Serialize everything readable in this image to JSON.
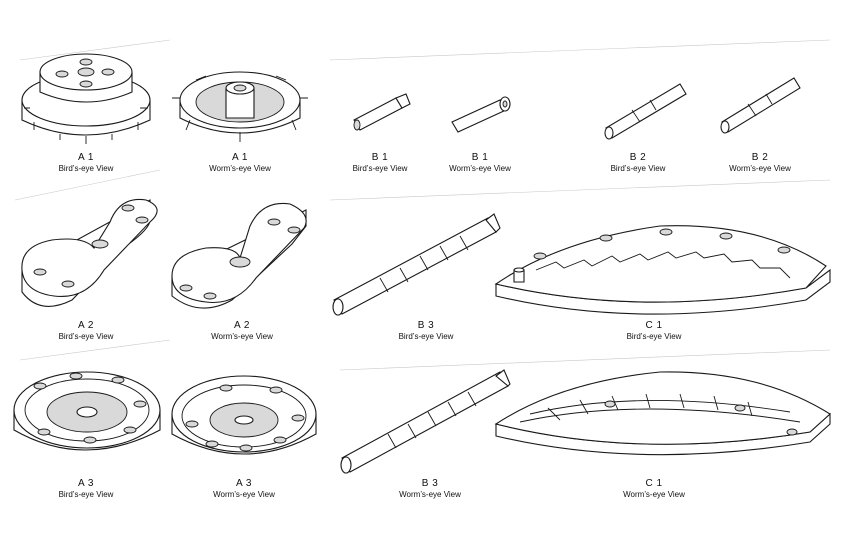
{
  "parts": [
    {
      "code": "A 1",
      "view": "Bird’s-eye View"
    },
    {
      "code": "A 1",
      "view": "Worm’s-eye View"
    },
    {
      "code": "B 1",
      "view": "Bird’s-eye View"
    },
    {
      "code": "B 1",
      "view": "Worm’s-eye View"
    },
    {
      "code": "B 2",
      "view": "Bird’s-eye View"
    },
    {
      "code": "B 2",
      "view": "Worm’s-eye View"
    },
    {
      "code": "A 2",
      "view": "Bird’s-eye View"
    },
    {
      "code": "A 2",
      "view": "Worm’s-eye View"
    },
    {
      "code": "B 3",
      "view": "Bird’s-eye View"
    },
    {
      "code": "C 1",
      "view": "Bird’s-eye View"
    },
    {
      "code": "A 3",
      "view": "Bird’s-eye View"
    },
    {
      "code": "A 3",
      "view": "Worm’s-eye View"
    },
    {
      "code": "B 3",
      "view": "Worm’s-eye View"
    },
    {
      "code": "C 1",
      "view": "Worm’s-eye View"
    }
  ]
}
